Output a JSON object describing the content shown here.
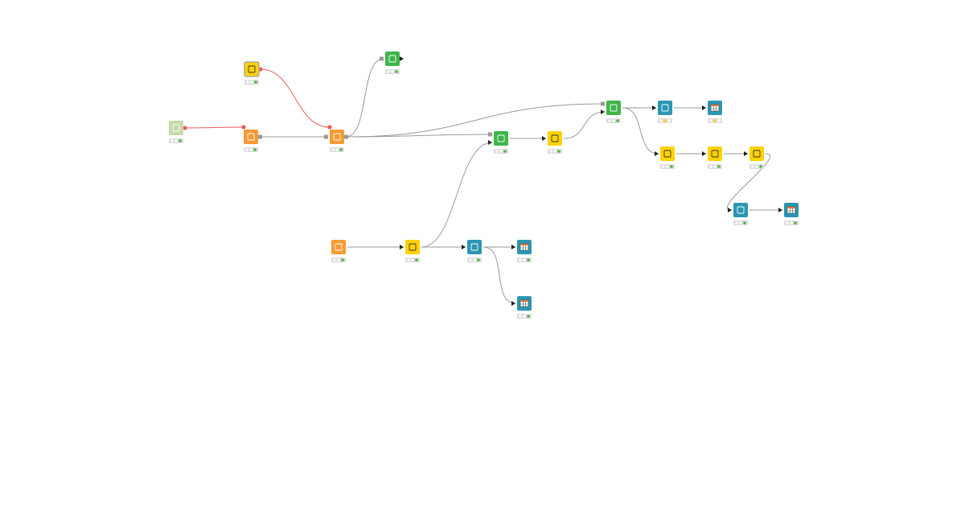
{
  "colors": {
    "source": "#f89a34",
    "manipulator": "#ffd200",
    "learner": "#3eb549",
    "viewer": "#2a96b3",
    "connector": "#c8d9a8",
    "flowvar": "#f05a5a",
    "edge": "#9a9a9a",
    "ok": "#55b247",
    "warn": "#ffd200"
  },
  "nodes": [
    {
      "id": "n1",
      "kind": "connector",
      "status": "ok",
      "icon": "db-connector-icon"
    },
    {
      "id": "n2",
      "kind": "manipulator",
      "status": "ok",
      "icon": "flow-variable-icon",
      "grey_border": true
    },
    {
      "id": "n3",
      "kind": "source",
      "status": "ok",
      "icon": "db-reader-icon"
    },
    {
      "id": "n4",
      "kind": "source",
      "status": "ok",
      "icon": "db-reader-icon"
    },
    {
      "id": "n5",
      "kind": "learner",
      "status": "ok",
      "icon": "learner-icon"
    },
    {
      "id": "n6",
      "kind": "learner",
      "status": "ok",
      "icon": "learner-icon"
    },
    {
      "id": "n7",
      "kind": "learner",
      "status": "ok",
      "icon": "learner-icon"
    },
    {
      "id": "n8",
      "kind": "manipulator",
      "status": "ok",
      "icon": "column-filter-icon"
    },
    {
      "id": "n9",
      "kind": "viewer",
      "status": "warn",
      "icon": "scorer-icon"
    },
    {
      "id": "n10",
      "kind": "viewer",
      "status": "warn",
      "icon": "table-view-icon"
    },
    {
      "id": "n11",
      "kind": "manipulator",
      "status": "ok",
      "icon": "math-formula-icon"
    },
    {
      "id": "n12",
      "kind": "manipulator",
      "status": "ok",
      "icon": "splitter-icon"
    },
    {
      "id": "n13",
      "kind": "manipulator",
      "status": "ok",
      "icon": "joiner-icon"
    },
    {
      "id": "n14",
      "kind": "viewer",
      "status": "ok",
      "icon": "scorer-icon"
    },
    {
      "id": "n15",
      "kind": "viewer",
      "status": "ok",
      "icon": "table-view-icon"
    },
    {
      "id": "n16",
      "kind": "source",
      "status": "ok",
      "icon": "table-creator-icon"
    },
    {
      "id": "n17",
      "kind": "manipulator",
      "status": "ok",
      "icon": "column-filter-icon"
    },
    {
      "id": "n18",
      "kind": "viewer",
      "status": "ok",
      "icon": "scorer-icon"
    },
    {
      "id": "n19",
      "kind": "viewer",
      "status": "ok",
      "icon": "table-view-icon"
    },
    {
      "id": "n20",
      "kind": "viewer",
      "status": "ok",
      "icon": "table-view-icon"
    }
  ],
  "edges": [
    {
      "from": "n1",
      "to": "n3",
      "type": "flowvar"
    },
    {
      "from": "n2",
      "to": "n4",
      "type": "flowvar"
    },
    {
      "from": "n3",
      "to": "n4",
      "type": "db"
    },
    {
      "from": "n4",
      "to": "n5",
      "type": "db"
    },
    {
      "from": "n4",
      "to": "n6",
      "type": "db"
    },
    {
      "from": "n4",
      "to": "n7",
      "type": "db"
    },
    {
      "from": "n7",
      "to": "n8",
      "type": "data"
    },
    {
      "from": "n8",
      "to": "n6",
      "type": "data"
    },
    {
      "from": "n6",
      "to": "n9",
      "type": "data"
    },
    {
      "from": "n9",
      "to": "n10",
      "type": "data"
    },
    {
      "from": "n6",
      "to": "n11",
      "type": "data"
    },
    {
      "from": "n11",
      "to": "n12",
      "type": "data"
    },
    {
      "from": "n12",
      "to": "n13",
      "type": "data"
    },
    {
      "from": "n13",
      "to": "n14",
      "type": "data"
    },
    {
      "from": "n14",
      "to": "n15",
      "type": "data"
    },
    {
      "from": "n16",
      "to": "n17",
      "type": "data"
    },
    {
      "from": "n17",
      "to": "n7",
      "type": "data"
    },
    {
      "from": "n17",
      "to": "n18",
      "type": "data"
    },
    {
      "from": "n18",
      "to": "n19",
      "type": "data"
    },
    {
      "from": "n18",
      "to": "n20",
      "type": "data"
    }
  ]
}
